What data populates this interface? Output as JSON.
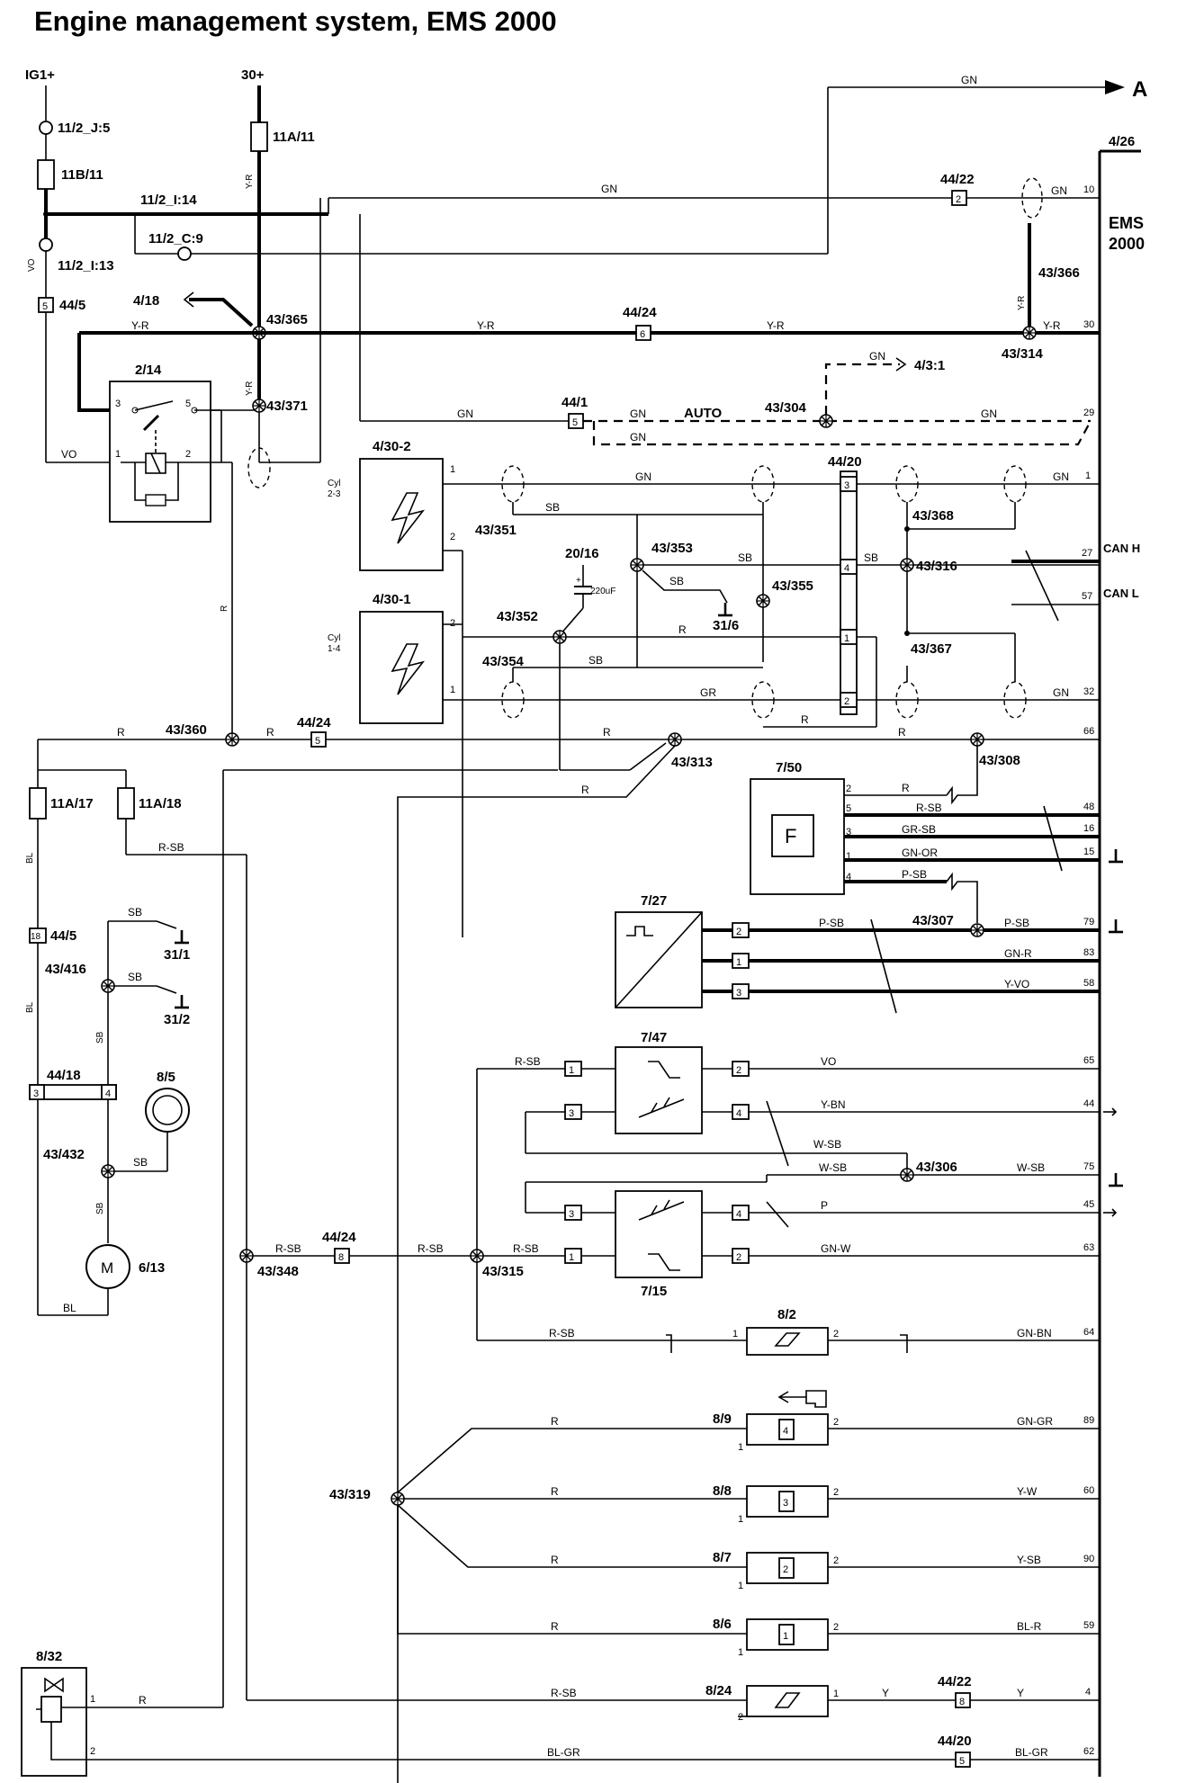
{
  "title": "Engine management system, EMS 2000",
  "supplies": {
    "ig1": "IG1+",
    "b30": "30+"
  },
  "arrow_a": "A",
  "ecu": {
    "ref": "4/26",
    "name_line1": "EMS",
    "name_line2": "2000"
  },
  "labels": {
    "c11_2_j5": "11/2_J:5",
    "f11b_11": "11B/11",
    "c11_2_i14": "11/2_I:14",
    "c11_2_c9": "11/2_C:9",
    "c11_2_i13": "11/2_I:13",
    "c44_5_top": "44/5",
    "f11a_11": "11A/11",
    "ref4_18": "4/18",
    "sp43_365": "43/365",
    "relay2_14": "2/14",
    "sp43_371": "43/371",
    "c44_22_top": "44/22",
    "sp43_366": "43/366",
    "c44_24_top": "44/24",
    "sp43_314": "43/314",
    "ref4_3_1": "4/3:1",
    "c44_1": "44/1",
    "auto": "AUTO",
    "sp43_304": "43/304",
    "coil4_30_2": "4/30-2",
    "coil4_30_1": "4/30-1",
    "cyl23": "Cyl",
    "cyl23b": "2-3",
    "cyl14": "Cyl",
    "cyl14b": "1-4",
    "c44_20_mid": "44/20",
    "sp43_351": "43/351",
    "sp43_368": "43/368",
    "cap20_16": "20/16",
    "cap_val": "220uF",
    "sp43_353": "43/353",
    "sp43_316": "43/316",
    "sp43_355": "43/355",
    "gnd31_6": "31/6",
    "sp43_352": "43/352",
    "sp43_354": "43/354",
    "sp43_367": "43/367",
    "can_h": "CAN H",
    "can_l": "CAN L",
    "sp43_360": "43/360",
    "c44_24_mid": "44/24",
    "sp43_313": "43/313",
    "sp43_308": "43/308",
    "f11a_17": "11A/17",
    "f11a_18": "11A/18",
    "m7_50": "7/50",
    "m7_50_f": "F",
    "m7_27": "7/27",
    "sp43_307": "43/307",
    "c44_5_bot": "44/5",
    "gnd31_1": "31/1",
    "sp43_416": "43/416",
    "gnd31_2": "31/2",
    "c44_18": "44/18",
    "lamp8_5": "8/5",
    "sp43_432": "43/432",
    "motor6_13": "6/13",
    "motor_m": "M",
    "m7_47": "7/47",
    "sp43_306": "43/306",
    "c44_24_low": "44/24",
    "sp43_348": "43/348",
    "sp43_315": "43/315",
    "m7_15": "7/15",
    "v8_2": "8/2",
    "inj8_9": "8/9",
    "inj8_8": "8/8",
    "inj8_7": "8/7",
    "inj8_6": "8/6",
    "sp43_319": "43/319",
    "v8_32": "8/32",
    "v8_24": "8/24",
    "c44_22_bot": "44/22",
    "c44_20_bot": "44/20"
  },
  "wire_colors": {
    "gn_top": "GN",
    "gn_10": "GN",
    "gn_main": "GN",
    "yr_vert": "Y-R",
    "yr_a": "Y-R",
    "yr_b": "Y-R",
    "yr_c": "Y-R",
    "yr_d": "Y-R",
    "yr_30": "Y-R",
    "yr_366": "Y-R",
    "vo_left": "VO",
    "vo_relay": "VO",
    "yr_371": "Y-R",
    "gn_relay": "GN",
    "gn_auto1": "GN",
    "gn_auto2": "GN",
    "gn_304": "GN",
    "gn_29": "GN",
    "gn_1a": "GN",
    "gn_1b": "GN",
    "sb_a": "SB",
    "sb_b": "SB",
    "sb_c": "SB",
    "sb_d": "SB",
    "r_coil": "R",
    "r_relay": "R",
    "gr_32a": "GR",
    "gn_32": "GN",
    "r_x": "R",
    "r_66a": "R",
    "r_66b": "R",
    "r_66c": "R",
    "r_66d": "R",
    "r_313": "R",
    "bl_a": "BL",
    "bl_b": "BL",
    "bl_c": "BL",
    "rsb_18": "R-SB",
    "r_48": "R",
    "rsb_48": "R-SB",
    "grsb_16": "GR-SB",
    "gnor_15": "GN-OR",
    "psb_4": "P-SB",
    "psb_27": "P-SB",
    "psb_79": "P-SB",
    "gnr_83": "GN-R",
    "yvo_58": "Y-VO",
    "sb_31_1": "SB",
    "sb_31_2": "SB",
    "sb_416": "SB",
    "sb_432": "SB",
    "sb_mot": "SB",
    "rsb_47": "R-SB",
    "vo_65": "VO",
    "ybn_44": "Y-BN",
    "wsb_a": "W-SB",
    "wsb_b": "W-SB",
    "wsb_75": "W-SB",
    "p_45": "P",
    "gnw_63": "GN-W",
    "rsb_348": "R-SB",
    "rsb_24": "R-SB",
    "rsb_315": "R-SB",
    "rsb_64": "R-SB",
    "gnbn_64": "GN-BN",
    "r_89": "R",
    "gngr_89": "GN-GR",
    "r_60": "R",
    "yw_60": "Y-W",
    "r_90": "R",
    "ysb_90": "Y-SB",
    "r_59": "R",
    "blr_59": "BL-R",
    "r_832": "R",
    "rsb_824": "R-SB",
    "y_4a": "Y",
    "y_4b": "Y",
    "blgr_62a": "BL-GR",
    "blgr_62b": "BL-GR"
  },
  "pins": {
    "p10": "10",
    "p30": "30",
    "p29": "29",
    "p1": "1",
    "p27": "27",
    "p57": "57",
    "p32": "32",
    "p66": "66",
    "p48": "48",
    "p16": "16",
    "p15": "15",
    "p79": "79",
    "p83": "83",
    "p58": "58",
    "p65": "65",
    "p44": "44",
    "p75": "75",
    "p45": "45",
    "p63": "63",
    "p64": "64",
    "p89": "89",
    "p60": "60",
    "p90": "90",
    "p59": "59",
    "p4": "4",
    "p62": "62"
  },
  "connector_pins": {
    "c44_22_top": "2",
    "c44_24_top": "6",
    "c44_5_top": "5",
    "c44_1": "5",
    "c44_20_a": "3",
    "c44_20_b": "4",
    "c44_20_c": "1",
    "c44_20_d": "2",
    "c44_24_mid": "5",
    "c44_5_bot": "18",
    "c44_18_l": "3",
    "c44_18_r": "4",
    "c44_24_low": "8",
    "c44_22_bot": "8",
    "c44_20_bot": "5",
    "m750_2": "2",
    "m750_5": "5",
    "m750_3": "3",
    "m750_1": "1",
    "m750_4": "4",
    "m727_2": "2",
    "m727_1": "1",
    "m727_3": "3",
    "m747_1": "1",
    "m747_3": "3",
    "m747_2": "2",
    "m747_4": "4",
    "m715_3": "3",
    "m715_1": "1",
    "m715_4": "4",
    "m715_2": "2",
    "inj4": "4",
    "inj3": "3",
    "inj2": "2",
    "inj1": "1",
    "relay_3": "3",
    "relay_5": "5",
    "relay_1": "1",
    "relay_2": "2",
    "coil2_1": "1",
    "coil2_2": "2",
    "coil1_2": "2",
    "coil1_1": "1",
    "side1": "1",
    "side2": "2"
  },
  "icons": {
    "ground": "ground-symbol-icon",
    "arrow": "output-arrow-icon",
    "relay": "relay-coil-icon",
    "coil": "ignition-coil-icon",
    "motor": "motor-icon",
    "lamp": "indicator-lamp-icon",
    "injector": "injector-icon",
    "valve": "solenoid-valve-icon",
    "splice": "splice-point-icon"
  }
}
